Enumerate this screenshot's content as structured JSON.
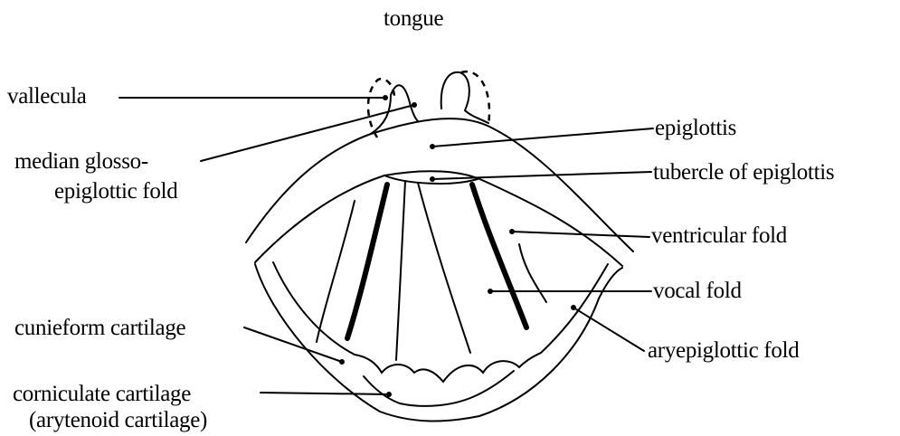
{
  "labels": {
    "tongue": "tongue",
    "vallecula": "vallecula",
    "median_glosso_1": "median glosso-",
    "median_glosso_2": "epiglottic fold",
    "cuneiform": "cunieform cartilage",
    "corniculate_1": "corniculate cartilage",
    "corniculate_2": "(arytenoid cartilage)",
    "epiglottis": "epiglottis",
    "tubercle": "tubercle of epiglottis",
    "ventricular": "ventricular fold",
    "vocal": "vocal fold",
    "aryepiglottic": "aryepiglottic fold"
  },
  "colors": {
    "ink": "#000000",
    "background": "#ffffff"
  }
}
